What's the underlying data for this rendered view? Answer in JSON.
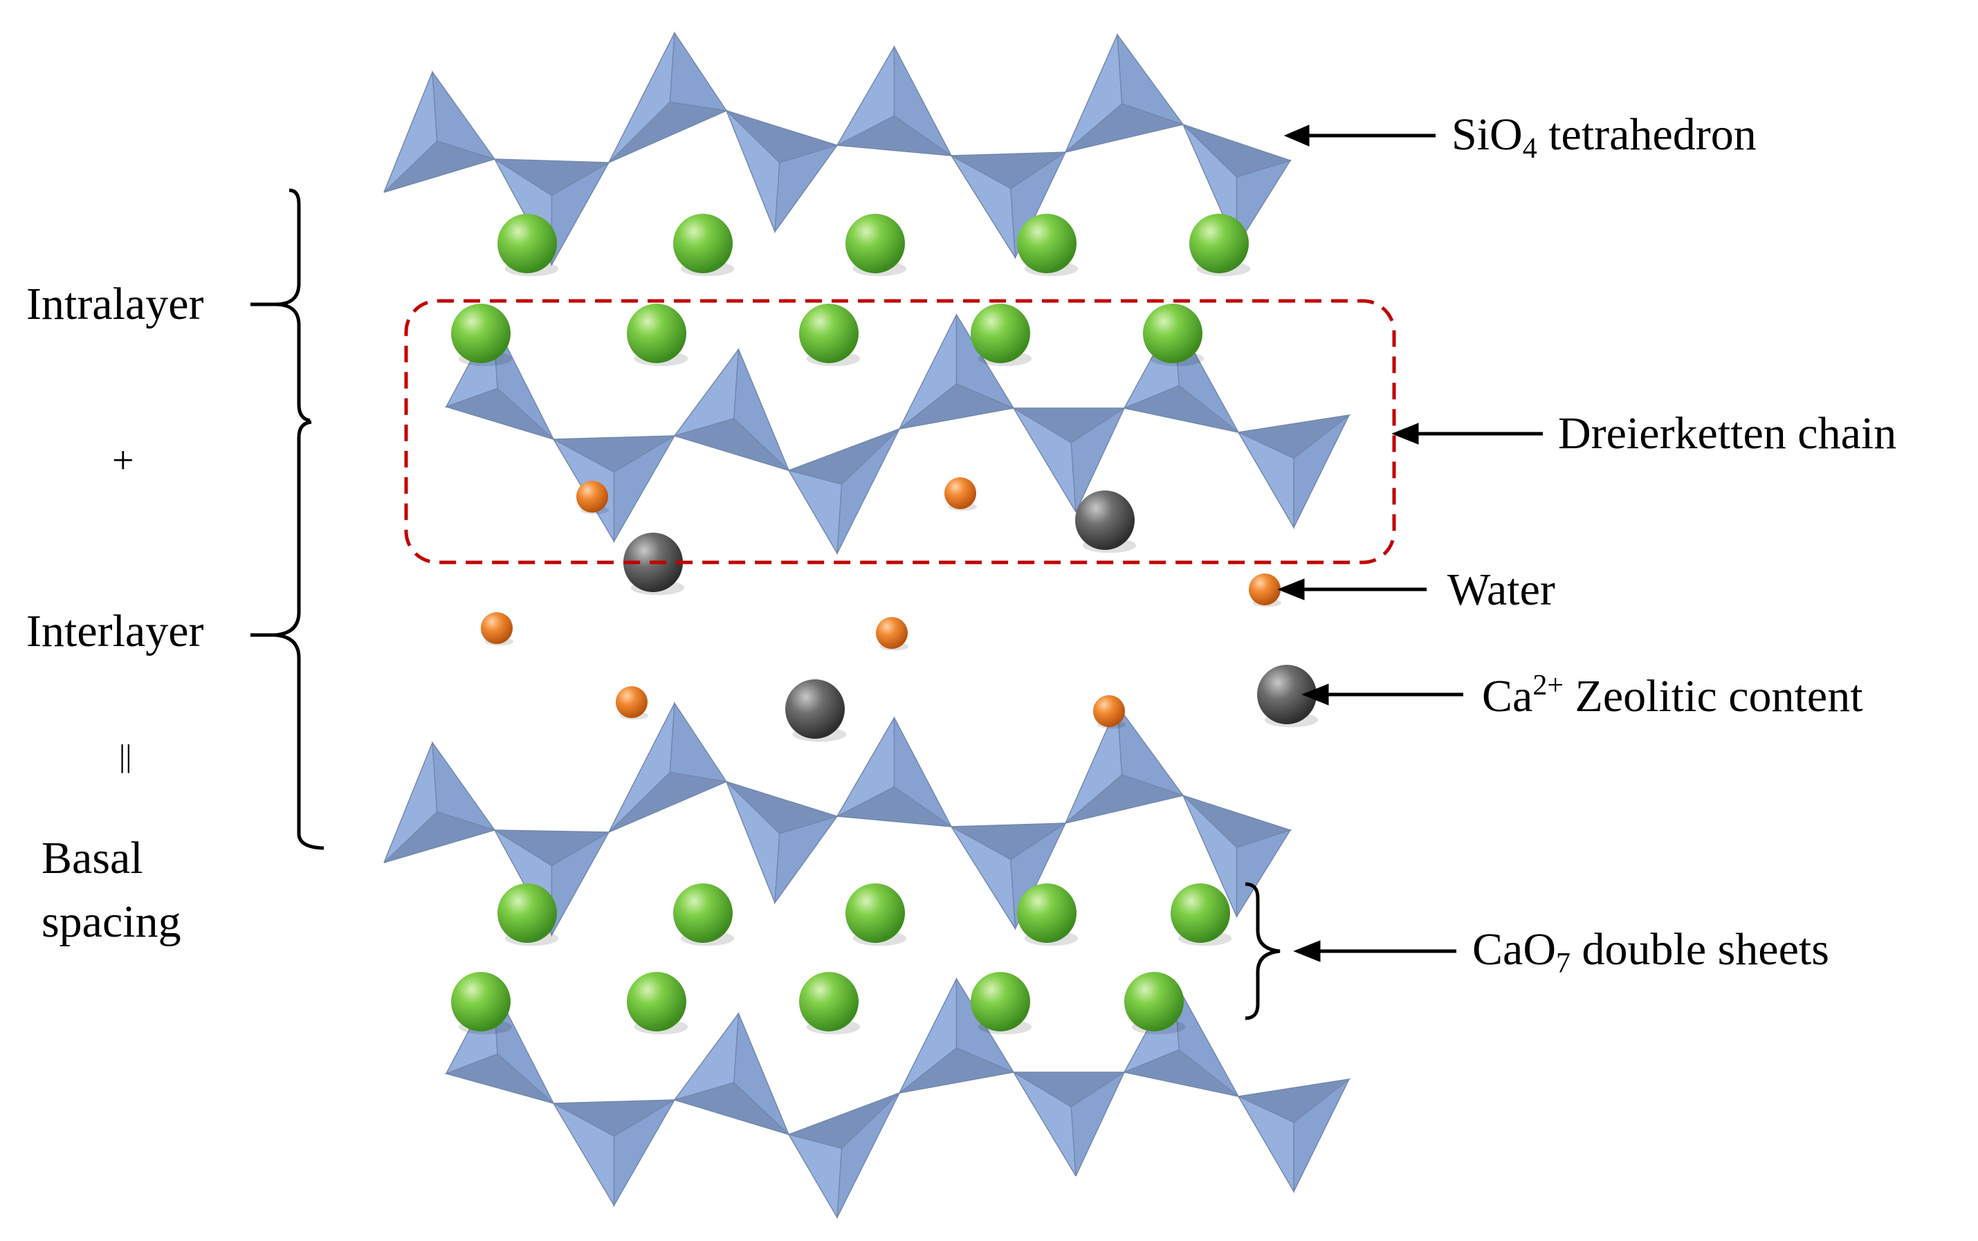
{
  "labels": {
    "intralayer": "Intralayer",
    "plus": "+",
    "interlayer": "Interlayer",
    "equals": "||",
    "basal_line1": "Basal",
    "basal_line2": "spacing",
    "sio4_prefix": "SiO",
    "sio4_sub": "4",
    "sio4_suffix": "tetrahedron",
    "dreierketten": "Dreierketten chain",
    "water": "Water",
    "ca_prefix": "Ca",
    "ca_sup": "2+",
    "ca_suffix": "Zeolitic content",
    "cao7_prefix": "CaO",
    "cao7_sub": "7",
    "cao7_suffix": "double sheets"
  },
  "colors": {
    "tetrahedron": "#8eaadb",
    "calcium_layer": "#6cbf3a",
    "water": "#ed7d31",
    "zeolitic_ca": "#666666",
    "highlight_box": "#c00000",
    "arrows": "#000000"
  }
}
